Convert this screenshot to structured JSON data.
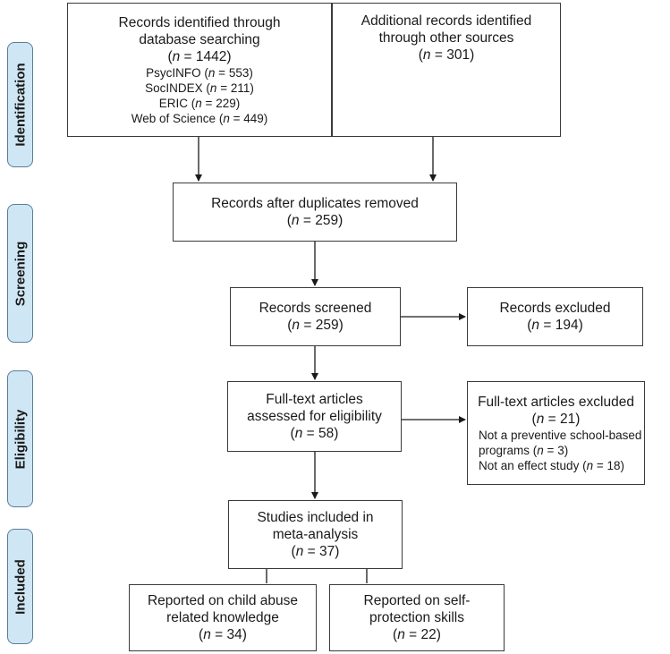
{
  "stages": [
    "Identification",
    "Screening",
    "Eligibility",
    "Included"
  ],
  "boxes": {
    "db_search": {
      "lines": [
        "Records identified through",
        "database searching"
      ],
      "n": "1442",
      "sources": [
        {
          "name": "PsycINFO",
          "n": "553"
        },
        {
          "name": "SocINDEX",
          "n": "211"
        },
        {
          "name": "ERIC",
          "n": "229"
        },
        {
          "name": "Web of Science",
          "n": "449"
        }
      ]
    },
    "other_sources": {
      "lines": [
        "Additional records identified",
        "through other sources"
      ],
      "n": "301"
    },
    "after_duplicates": {
      "lines": [
        "Records after duplicates removed"
      ],
      "n": "259"
    },
    "screened": {
      "lines": [
        "Records screened"
      ],
      "n": "259"
    },
    "excluded": {
      "lines": [
        "Records excluded"
      ],
      "n": "194"
    },
    "fulltext": {
      "lines": [
        "Full-text articles",
        "assessed for eligibility"
      ],
      "n": "58"
    },
    "fulltext_excluded": {
      "title": "Full-text articles excluded",
      "n": "21",
      "reasons": [
        {
          "lines": [
            "Not a preventive school-based",
            "programs"
          ],
          "n": "3"
        },
        {
          "lines": [
            "Not an effect study"
          ],
          "n": "18"
        }
      ]
    },
    "included": {
      "lines": [
        "Studies included in",
        "meta-analysis"
      ],
      "n": "37"
    },
    "knowledge": {
      "lines": [
        "Reported on child abuse",
        "related knowledge"
      ],
      "n": "34"
    },
    "skills": {
      "lines": [
        "Reported on self-",
        "protection skills"
      ],
      "n": "22"
    }
  }
}
